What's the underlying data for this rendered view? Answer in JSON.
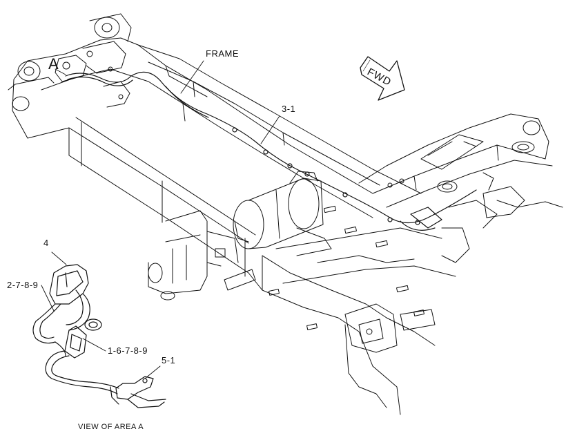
{
  "labels": {
    "area_marker": "A",
    "frame": "FRAME",
    "fwd": "FWD",
    "item_3_1": "3-1",
    "item_4": "4",
    "item_2_7_8_9": "2-7-8-9",
    "item_1_6_7_8_9": "1-6-7-8-9",
    "item_5_1": "5-1",
    "view_caption": "VIEW OF AREA A"
  },
  "colors": {
    "line": "#111111",
    "background": "#ffffff"
  }
}
